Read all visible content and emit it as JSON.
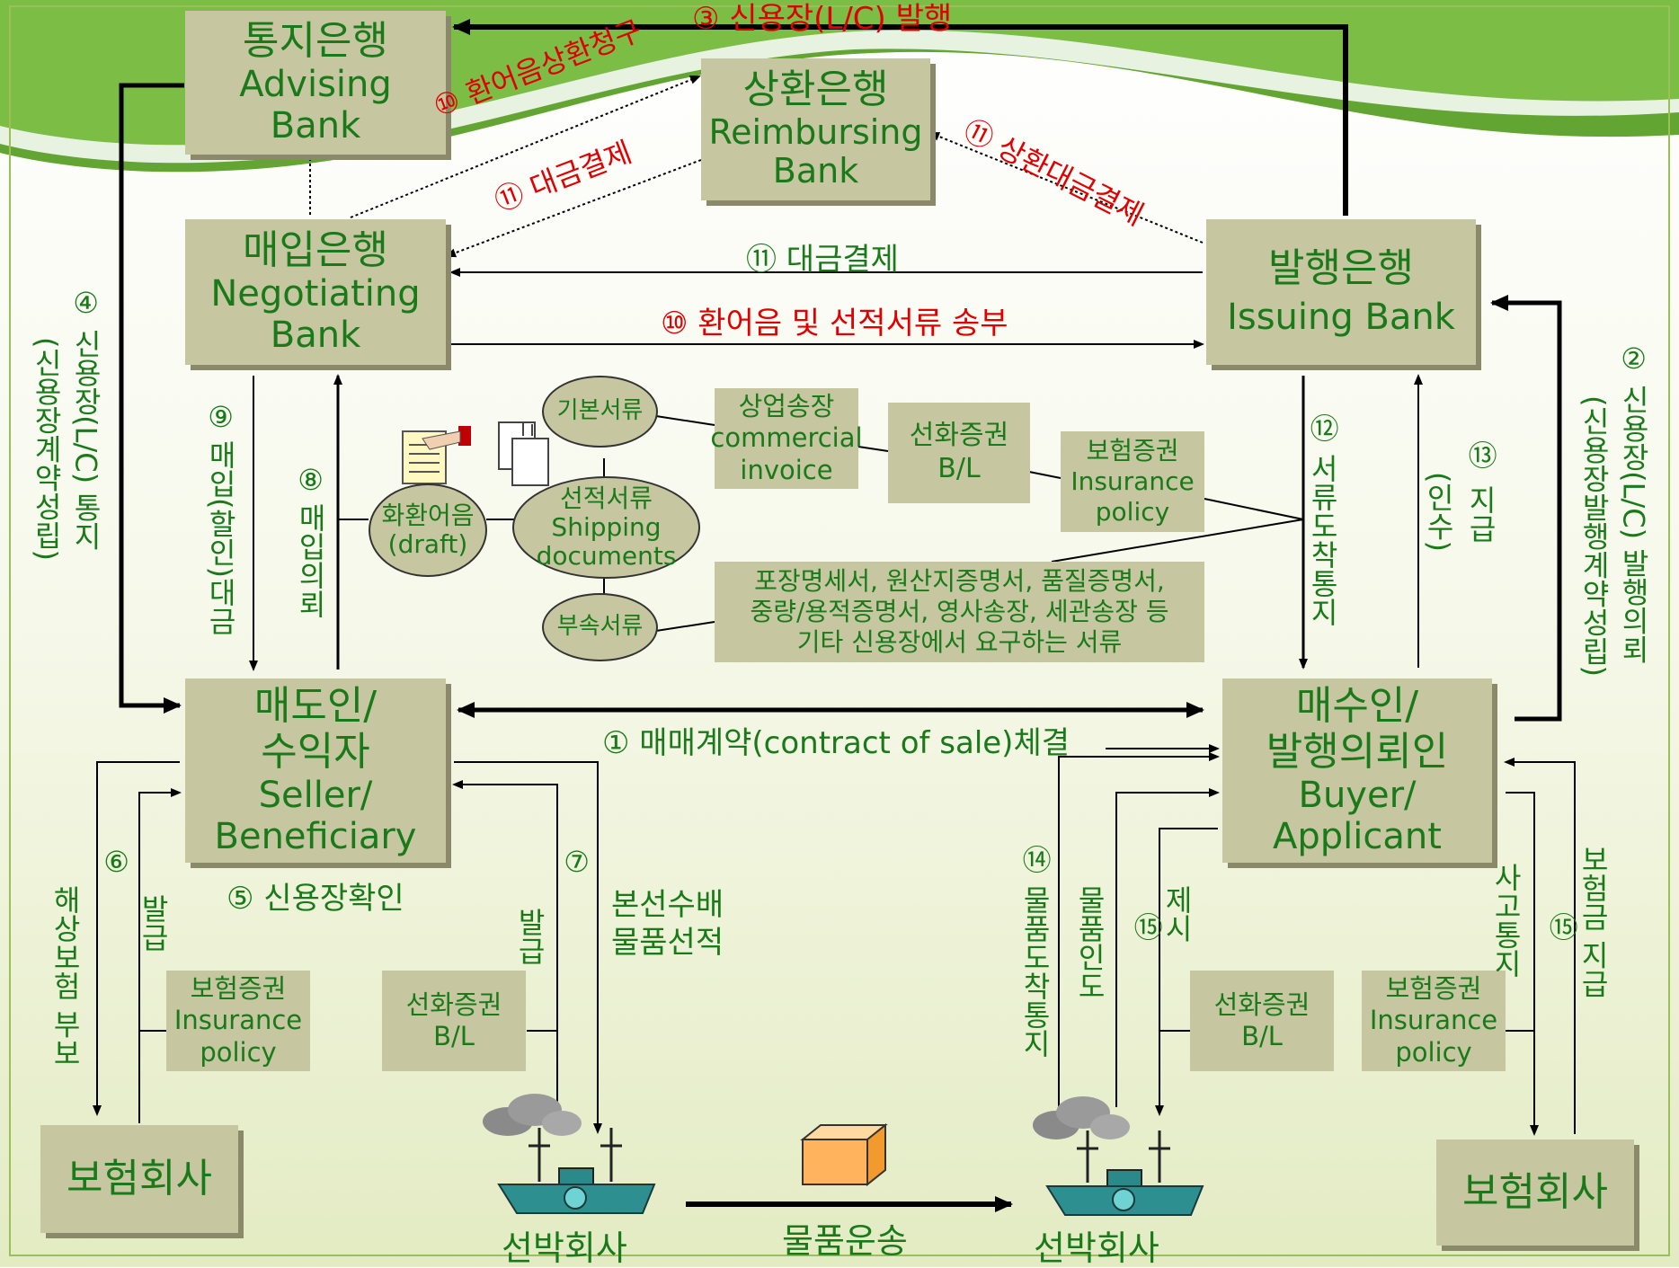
{
  "banks": {
    "advising": {
      "ko": "통지은행",
      "en1": "Advising",
      "en2": "Bank"
    },
    "reimbursing": {
      "ko": "상환은행",
      "en1": "Reimbursing",
      "en2": "Bank"
    },
    "negotiating": {
      "ko": "매입은행",
      "en1": "Negotiating",
      "en2": "Bank"
    },
    "issuing": {
      "ko": "발행은행",
      "en1": "Issuing Bank"
    }
  },
  "parties": {
    "seller": {
      "l1": "매도인/",
      "l2": "수익자",
      "l3": "Seller/",
      "l4": "Beneficiary"
    },
    "buyer": {
      "l1": "매수인/",
      "l2": "발행의뢰인",
      "l3": "Buyer/",
      "l4": "Applicant"
    },
    "insurance_left": "보험회사",
    "insurance_right": "보험회사",
    "shipping_left": "선박회사",
    "shipping_right": "선박회사",
    "transport": "물품운송"
  },
  "steps": {
    "s1": "① 매매계약(contract of sale)체결",
    "s2_a": "② 신용장(L/C) 발행의뢰",
    "s2_b": "(신용장발행계약성립)",
    "s3": "③ 신용장(L/C) 발행",
    "s4_a": "④ 신용장(L/C) 통지",
    "s4_b": "(신용장계약성립)",
    "s5": "⑤ 신용장확인",
    "s6": "⑥",
    "s6_left": "해상보험 부보",
    "s6_right": "발급",
    "s7": "⑦",
    "s7_left": "발급",
    "s7_right1": "본선수배",
    "s7_right2": "물품선적",
    "s8": "⑧",
    "s8_text": "매입의뢰",
    "s9": "⑨",
    "s9_text": "매입(할인)대금",
    "s10_top": "⑩ 환어음상환청구",
    "s10_mid": "⑩ 환어음 및 선적서류 송부",
    "s11_top": "⑪ 대금결제",
    "s11_right": "⑪ 상환대금결제",
    "s11_mid": "⑪ 대금결제",
    "s12": "⑫",
    "s12_text": "서류도착통지",
    "s13": "⑬",
    "s13_a": "지급",
    "s13_b": "(인수)",
    "s14": "⑭",
    "s14_text": "물품도착통지",
    "s14_b": "물품인도",
    "s15a": "⑮",
    "s15a_text": "제시",
    "s15b": "⑮",
    "s15b_text": "보험금 지급",
    "accident": "사고통지"
  },
  "documents": {
    "basic": "기본서류",
    "shipping_ko": "선적서류",
    "shipping_en1": "Shipping",
    "shipping_en2": "documents",
    "draft_ko": "화환어음",
    "draft_en": "(draft)",
    "attached": "부속서류",
    "invoice": {
      "ko": "상업송장",
      "en1": "commercial",
      "en2": "invoice"
    },
    "bl": {
      "ko": "선화증권",
      "en": "B/L"
    },
    "insurance": {
      "ko": "보험증권",
      "en1": "Insurance",
      "en2": "policy"
    },
    "others": {
      "l1": "포장명세서, 원산지증명서, 품질증명서,",
      "l2": "중량/용적증명서, 영사송장, 세관송장 등",
      "l3": "기타 신용장에서 요구하는 서류"
    }
  },
  "lower_docs": {
    "ins_left": {
      "ko": "보험증권",
      "en1": "Insurance",
      "en2": "policy"
    },
    "bl_left": {
      "ko": "선화증권",
      "en": "B/L"
    },
    "bl_right": {
      "ko": "선화증권",
      "en": "B/L"
    },
    "ins_right": {
      "ko": "보험증권",
      "en1": "Insurance",
      "en2": "policy"
    }
  },
  "colors": {
    "box": "#c6c6a0",
    "text_green": "#1a7a1a",
    "text_red": "#e00000",
    "band": "#6fae3a"
  }
}
